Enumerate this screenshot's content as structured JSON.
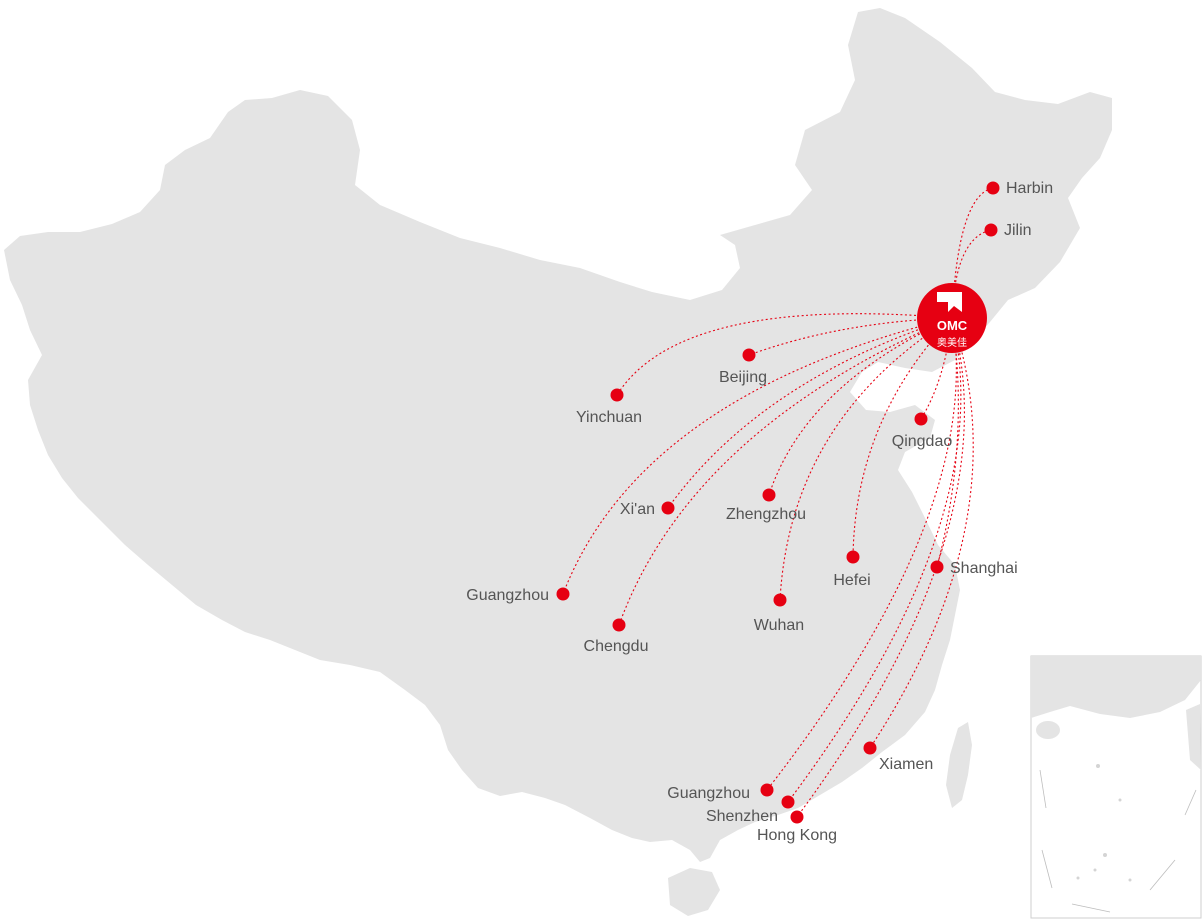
{
  "hub": {
    "name": "hub",
    "logo_text": "OMC",
    "logo_subtitle": "奥美佳",
    "color": "#e60012"
  },
  "cities": [
    {
      "id": "harbin",
      "label": "Harbin"
    },
    {
      "id": "jilin",
      "label": "Jilin"
    },
    {
      "id": "beijing",
      "label": "Beijing"
    },
    {
      "id": "yinchuan",
      "label": "Yinchuan"
    },
    {
      "id": "qingdao",
      "label": "Qingdao"
    },
    {
      "id": "xian",
      "label": "Xi'an"
    },
    {
      "id": "zhengzhou",
      "label": "Zhengzhou"
    },
    {
      "id": "hefei",
      "label": "Hefei"
    },
    {
      "id": "shanghai",
      "label": "Shanghai"
    },
    {
      "id": "guangzhou_west",
      "label": "Guangzhou"
    },
    {
      "id": "chengdu",
      "label": "Chengdu"
    },
    {
      "id": "wuhan",
      "label": "Wuhan"
    },
    {
      "id": "xiamen",
      "label": "Xiamen"
    },
    {
      "id": "guangzhou",
      "label": "Guangzhou"
    },
    {
      "id": "shenzhen",
      "label": "Shenzhen"
    },
    {
      "id": "hongkong",
      "label": "Hong Kong"
    }
  ],
  "colors": {
    "land": "#e4e4e4",
    "route": "#e60012",
    "label": "#555555"
  }
}
